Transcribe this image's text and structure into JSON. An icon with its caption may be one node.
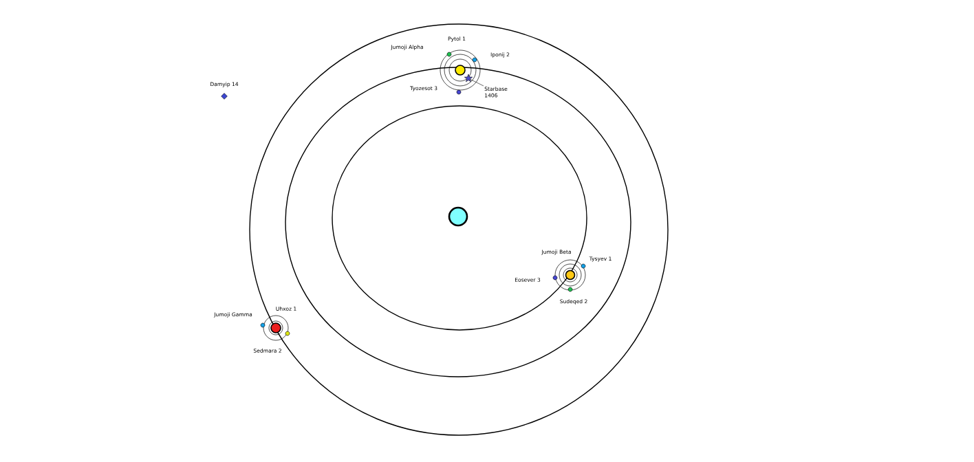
{
  "diagram": {
    "nodes": [
      {
        "text": [],
        "shape": "circle"
      },
      {
        "text": [],
        "shape": "circle"
      },
      {
        "text": [],
        "shape": "circle",
        "beside": [
          "Pytol 1"
        ]
      },
      {
        "text": [],
        "shape": "circle",
        "beside": [
          "Iponij 2"
        ]
      },
      {
        "text": [],
        "shape": "circle",
        "beside": [
          "Tyozesot 3"
        ]
      },
      {
        "text": [],
        "shape": "star"
      },
      {
        "text": [
          "Starbase 1406"
        ]
      },
      {
        "text": [],
        "shape": "circle"
      },
      {
        "text": [],
        "shape": "circle",
        "beside": [
          "Tysyev 1"
        ]
      },
      {
        "text": [],
        "shape": "circle",
        "beside": [
          "Eosever 3"
        ]
      },
      {
        "text": [],
        "shape": "circle",
        "beside": [
          "Sudeqed 2"
        ]
      },
      {
        "text": [],
        "shape": "circle"
      },
      {
        "text": [],
        "shape": "circle",
        "beside": [
          "Uhxoz 1"
        ]
      },
      {
        "text": [],
        "shape": "circle",
        "beside": [
          "Sedmara 2"
        ]
      },
      {
        "text": [],
        "shape": "diamond",
        "beside": [
          "Damyip 14"
        ]
      }
    ],
    "edges": [
      {
        "from": 6,
        "to": 5,
        "arrow": "none"
      }
    ],
    "labels": [
      "Jumoji Alpha",
      "Jumoji Beta",
      "Jumoji Gamma"
    ]
  }
}
